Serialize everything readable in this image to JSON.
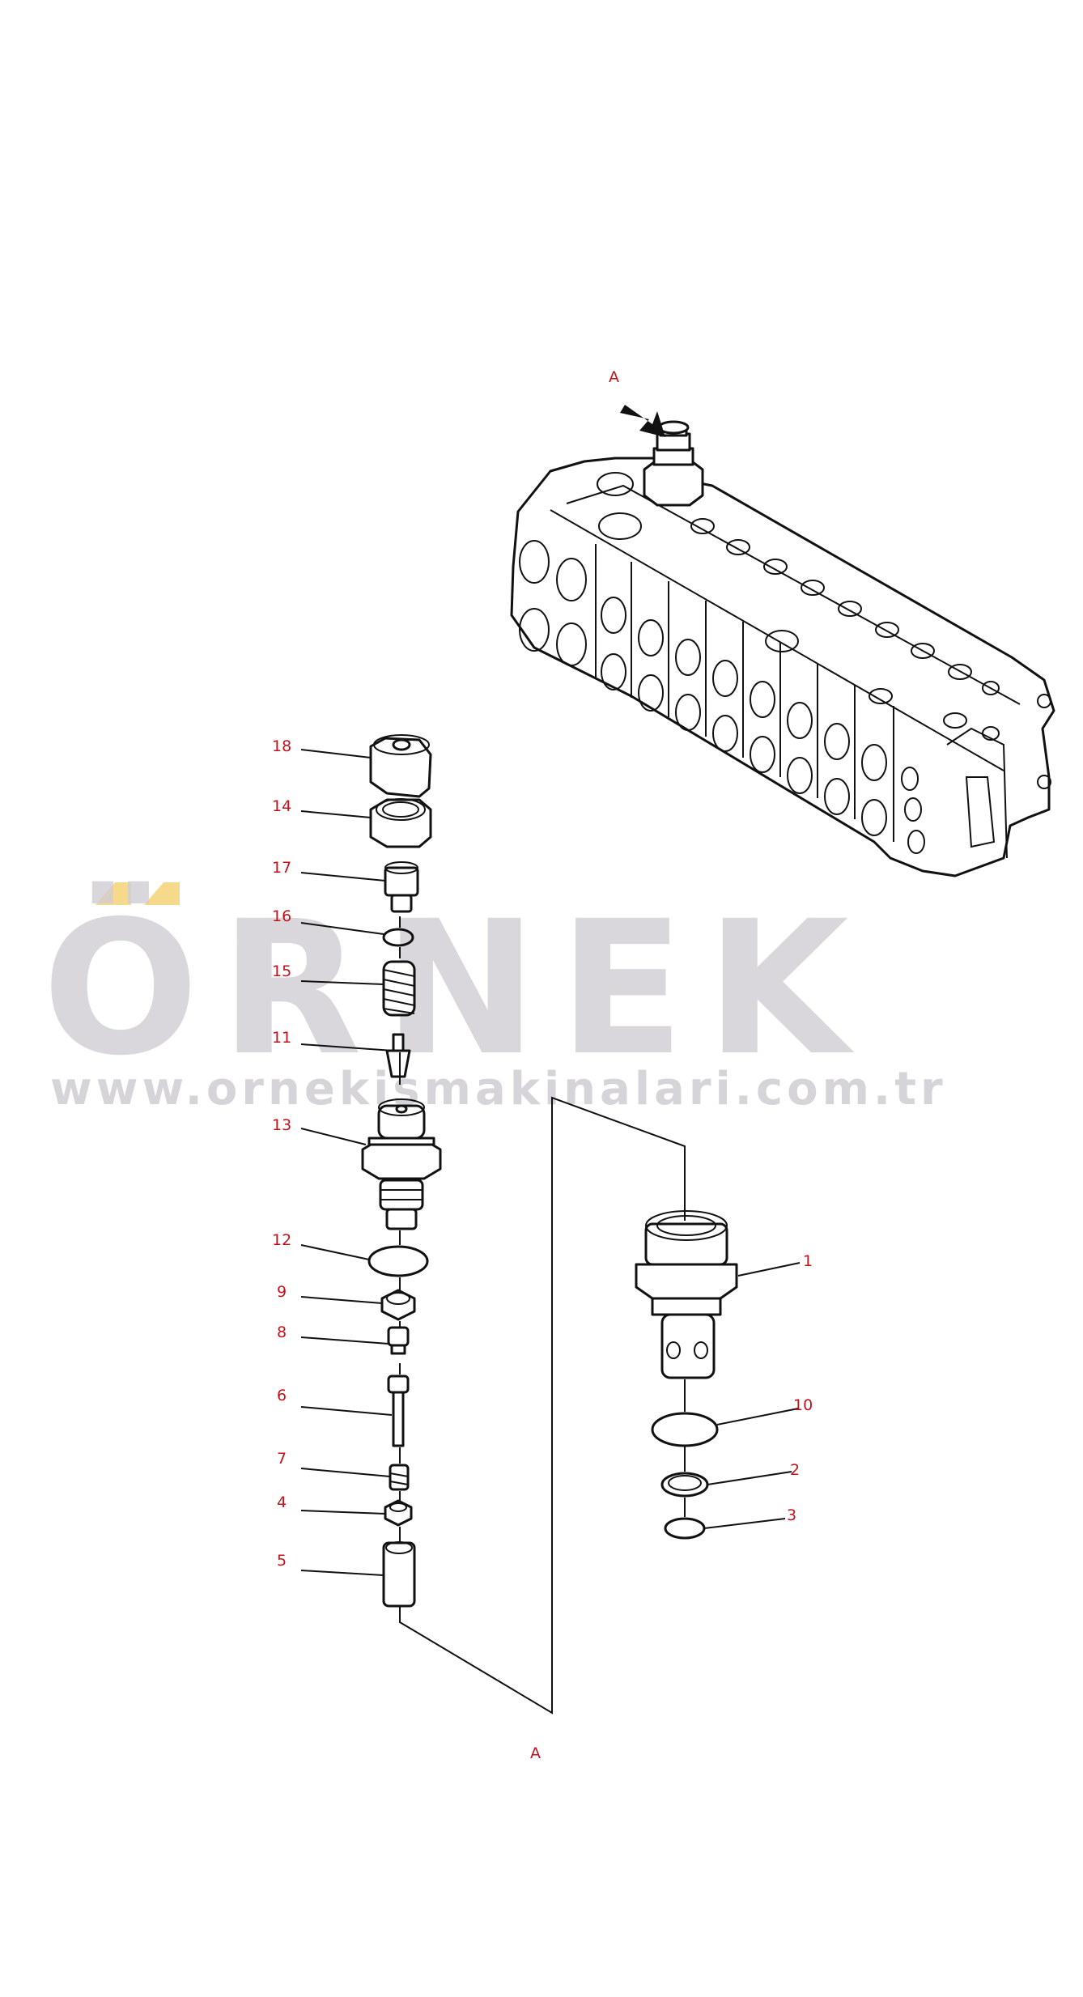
{
  "watermark": {
    "brand": "ÖRNEK",
    "url": "www.ornekismakinalari.com.tr",
    "accent_color": "#f6d98a"
  },
  "view_marks": {
    "top": "A",
    "bottom": "A"
  },
  "callouts": [
    {
      "id": "c1",
      "label": "1"
    },
    {
      "id": "c2",
      "label": "2"
    },
    {
      "id": "c3",
      "label": "3"
    },
    {
      "id": "c4",
      "label": "4"
    },
    {
      "id": "c5",
      "label": "5"
    },
    {
      "id": "c6",
      "label": "6"
    },
    {
      "id": "c7",
      "label": "7"
    },
    {
      "id": "c8",
      "label": "8"
    },
    {
      "id": "c9",
      "label": "9"
    },
    {
      "id": "c10",
      "label": "10"
    },
    {
      "id": "c11",
      "label": "11"
    },
    {
      "id": "c12",
      "label": "12"
    },
    {
      "id": "c13",
      "label": "13"
    },
    {
      "id": "c14",
      "label": "14"
    },
    {
      "id": "c15",
      "label": "15"
    },
    {
      "id": "c16",
      "label": "16"
    },
    {
      "id": "c17",
      "label": "17"
    },
    {
      "id": "c18",
      "label": "18"
    }
  ],
  "colors": {
    "label": "#c0141c",
    "line": "#111111",
    "watermark": "#cfcdd3"
  }
}
